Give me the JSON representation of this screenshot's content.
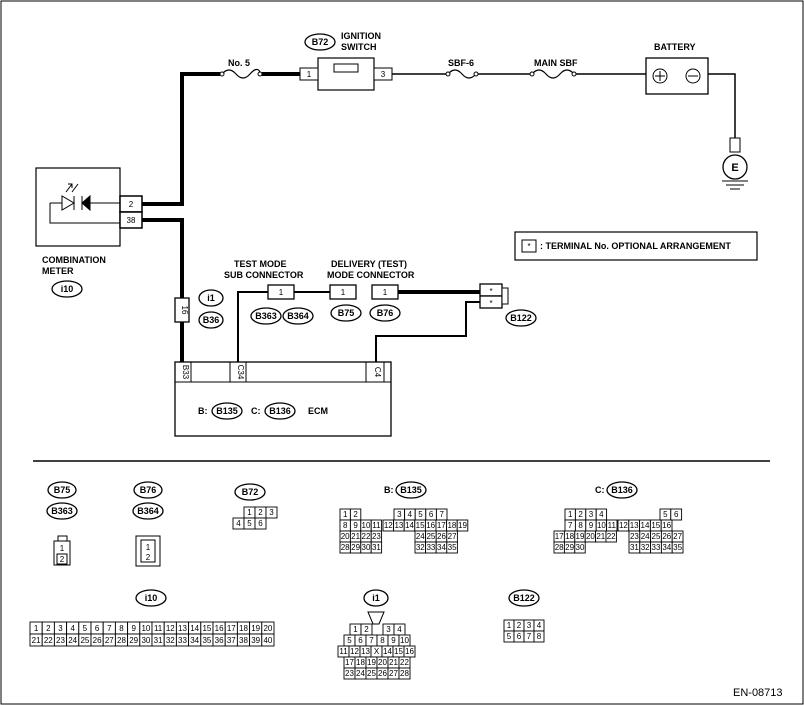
{
  "title_code": "EN-08713",
  "legend": {
    "symbol": "*",
    "text": ": TERMINAL No. OPTIONAL ARRANGEMENT"
  },
  "components": {
    "ignition_switch": {
      "code": "B72",
      "line1": "IGNITION",
      "line2": "SWITCH",
      "pin_left": "1",
      "pin_right": "3"
    },
    "fuse_no5": "No. 5",
    "fuse_sbf6": "SBF-6",
    "fuse_main": "MAIN SBF",
    "battery": {
      "label": "BATTERY",
      "ground": "E"
    },
    "combination_meter": {
      "line1": "COMBINATION",
      "line2": "METER",
      "code": "i10",
      "pin_a": "2",
      "pin_b": "38"
    },
    "joint_connector": {
      "pin": "16",
      "code_a": "i1",
      "code_b": "B36"
    },
    "test_mode": {
      "line1": "TEST MODE",
      "line2": "SUB CONNECTOR",
      "pin": "1",
      "code_a": "B363",
      "code_b": "B364"
    },
    "delivery": {
      "line1": "DELIVERY (TEST)",
      "line2": "MODE CONNECTOR",
      "pin_a": "1",
      "pin_b": "1",
      "code_a": "B75",
      "code_b": "B76"
    },
    "b122": {
      "code": "B122",
      "pin_a": "*",
      "pin_b": "*"
    },
    "ecm": {
      "label": "ECM",
      "prefix_b": "B:",
      "code_b": "B135",
      "prefix_c": "C:",
      "code_c": "B136",
      "pin_b33": "B33",
      "pin_c34": "C34",
      "pin_c4": "C4"
    }
  },
  "connectors": {
    "b75_code": "B75",
    "b363_code": "B363",
    "b76_code": "B76",
    "b364_code": "B364",
    "single_pins": [
      "1",
      "2"
    ],
    "dual_pins": [
      "1",
      "2"
    ],
    "b72": {
      "code": "B72",
      "rows": [
        [
          "1",
          "2",
          "3"
        ],
        [
          "4",
          "5",
          "6"
        ]
      ]
    },
    "b135": {
      "prefix": "B:",
      "code": "B135",
      "left": [
        [
          "1",
          "2"
        ],
        [
          "8",
          "9",
          "10",
          "11"
        ],
        [
          "20",
          "21",
          "22",
          "23"
        ],
        [
          "28",
          "29",
          "30",
          "31"
        ]
      ],
      "right": [
        [
          "3",
          "4",
          "5",
          "6",
          "7"
        ],
        [
          "12",
          "13",
          "14",
          "15",
          "16",
          "17",
          "18",
          "19"
        ],
        [
          "24",
          "25",
          "26",
          "27"
        ],
        [
          "32",
          "33",
          "34",
          "35"
        ]
      ]
    },
    "b136": {
      "prefix": "C:",
      "code": "B136",
      "left": [
        [
          "1",
          "2",
          "3",
          "4"
        ],
        [
          "7",
          "8",
          "9",
          "10",
          "11"
        ],
        [
          "17",
          "18",
          "19",
          "20",
          "21",
          "22"
        ],
        [
          "28",
          "29",
          "30"
        ]
      ],
      "right": [
        [
          "5",
          "6"
        ],
        [
          "12",
          "13",
          "14",
          "15",
          "16"
        ],
        [
          "23",
          "24",
          "25",
          "26",
          "27"
        ],
        [
          "31",
          "32",
          "33",
          "34",
          "35"
        ]
      ]
    },
    "i10": {
      "code": "i10",
      "row1": [
        "1",
        "2",
        "3",
        "4",
        "5",
        "6",
        "7",
        "8",
        "9",
        "10",
        "11",
        "12",
        "13",
        "14",
        "15",
        "16",
        "17",
        "18",
        "19",
        "20"
      ],
      "row2": [
        "21",
        "22",
        "23",
        "24",
        "25",
        "26",
        "27",
        "28",
        "29",
        "30",
        "31",
        "32",
        "33",
        "34",
        "35",
        "36",
        "37",
        "38",
        "39",
        "40"
      ]
    },
    "i1": {
      "code": "i1",
      "rows": [
        [
          "1",
          "2",
          "",
          "3",
          "4"
        ],
        [
          "5",
          "6",
          "7",
          "8",
          "9",
          "10"
        ],
        [
          "11",
          "12",
          "13",
          "X",
          "14",
          "15",
          "16"
        ],
        [
          "17",
          "18",
          "19",
          "20",
          "21",
          "22"
        ],
        [
          "23",
          "24",
          "25",
          "26",
          "27",
          "28"
        ]
      ]
    },
    "b122": {
      "code": "B122",
      "rows": [
        [
          "1",
          "2",
          "3",
          "4"
        ],
        [
          "5",
          "6",
          "7",
          "8"
        ]
      ]
    }
  }
}
